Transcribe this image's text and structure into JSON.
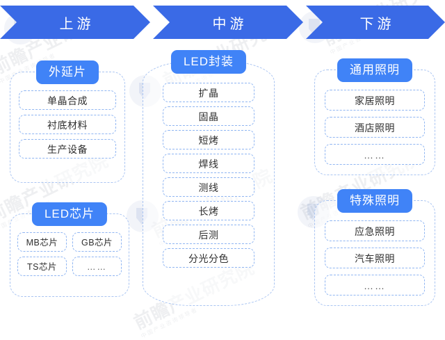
{
  "banner": {
    "segments": [
      {
        "label": "上游",
        "name": "upstream"
      },
      {
        "label": "中游",
        "name": "midstream"
      },
      {
        "label": "下游",
        "name": "downstream"
      }
    ]
  },
  "colors": {
    "banner_blue": "#3a6ae6",
    "pill_blue": "#4083f7",
    "dashed_border": "#8fb5f2",
    "group_border": "#a9c4f2",
    "text": "#2f2f2f"
  },
  "columns": {
    "upstream": {
      "groups": [
        {
          "title": "外延片",
          "layout": "list",
          "items": [
            "单晶合成",
            "衬底材料",
            "生产设备"
          ]
        },
        {
          "title": "LED芯片",
          "layout": "grid",
          "items": [
            "MB芯片",
            "GB芯片",
            "TS芯片",
            "……"
          ]
        }
      ]
    },
    "midstream": {
      "groups": [
        {
          "title": "LED封装",
          "layout": "list",
          "items": [
            "扩晶",
            "固晶",
            "短烤",
            "焊线",
            "测线",
            "长烤",
            "后测",
            "分光分色"
          ]
        }
      ]
    },
    "downstream": {
      "groups": [
        {
          "title": "通用照明",
          "layout": "list",
          "items": [
            "家居照明",
            "酒店照明",
            "……"
          ]
        },
        {
          "title": "特殊照明",
          "layout": "list",
          "items": [
            "应急照明",
            "汽车照明",
            "……"
          ]
        }
      ]
    }
  },
  "watermarks": {
    "main": "前瞻产业研究院",
    "sub": "中国产业咨询领导者"
  }
}
